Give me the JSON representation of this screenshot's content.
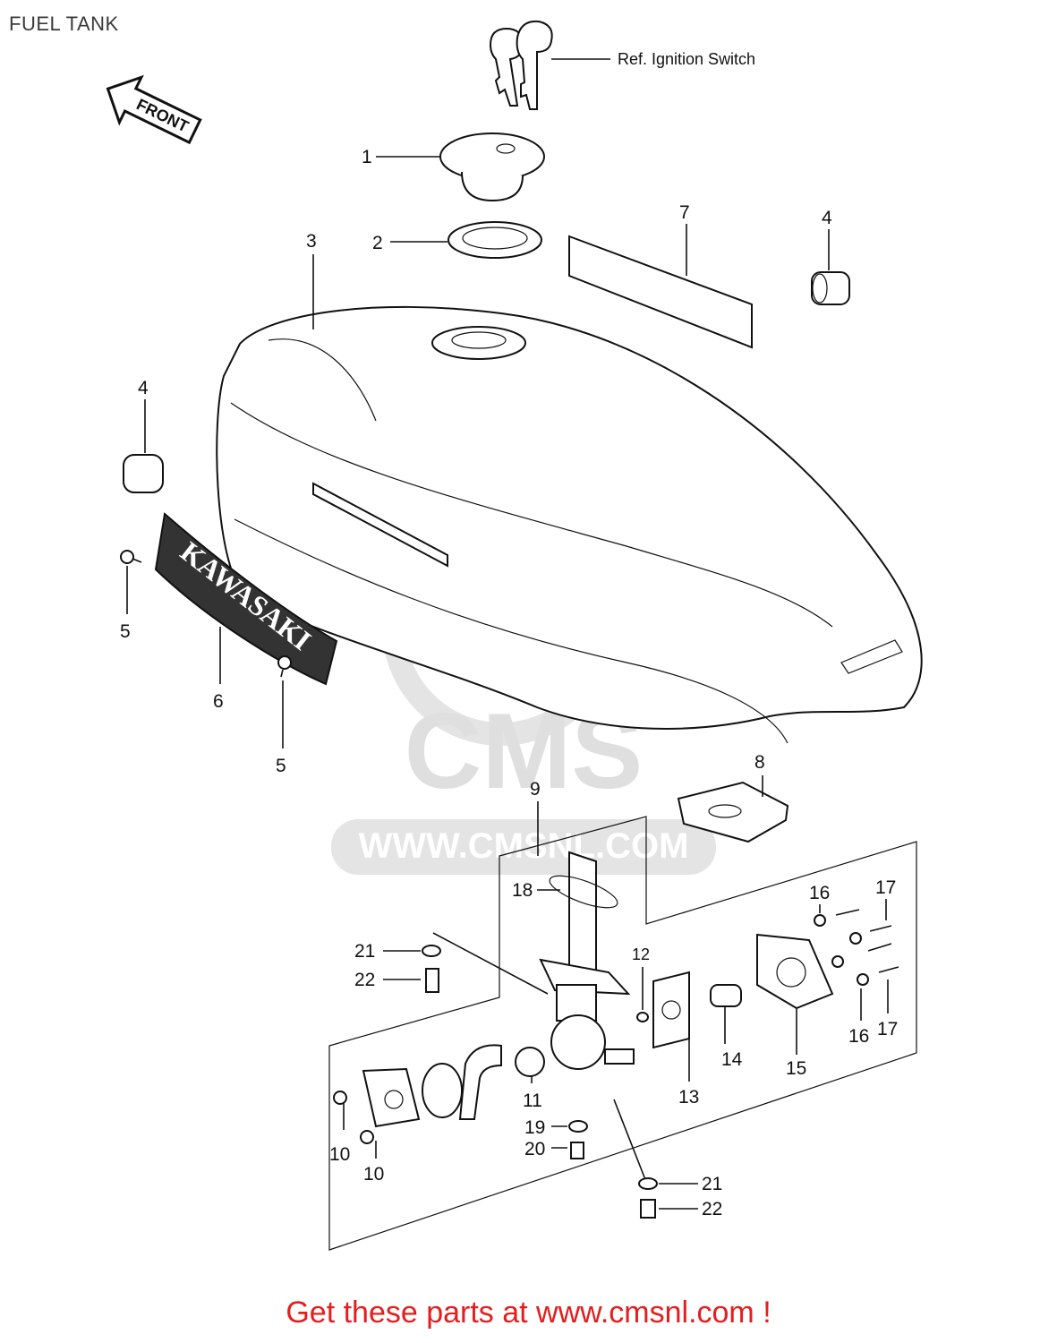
{
  "title": "FUEL TANK",
  "footer": "Get these parts at www.cmsnl.com !",
  "ref_label": "Ref. Ignition Switch",
  "front_label": "FRONT",
  "emblem_text": "KAWASAKI",
  "watermark": {
    "brand": "CMS",
    "url": "WWW.CMSNL.COM"
  },
  "colors": {
    "footer": "#e41e1e",
    "ink": "#111111",
    "watermark": "#dcdcdc"
  },
  "callouts": {
    "c1": "1",
    "c2": "2",
    "c3": "3",
    "c4a": "4",
    "c4b": "4",
    "c5a": "5",
    "c5b": "5",
    "c6": "6",
    "c7": "7",
    "c8": "8",
    "c9": "9",
    "c10a": "10",
    "c10b": "10",
    "c11": "11",
    "c12": "12",
    "c13": "13",
    "c14": "14",
    "c15": "15",
    "c16a": "16",
    "c16b": "16",
    "c17a": "17",
    "c17b": "17",
    "c18": "18",
    "c19": "19",
    "c20": "20",
    "c21a": "21",
    "c21b": "21",
    "c22a": "22",
    "c22b": "22"
  }
}
